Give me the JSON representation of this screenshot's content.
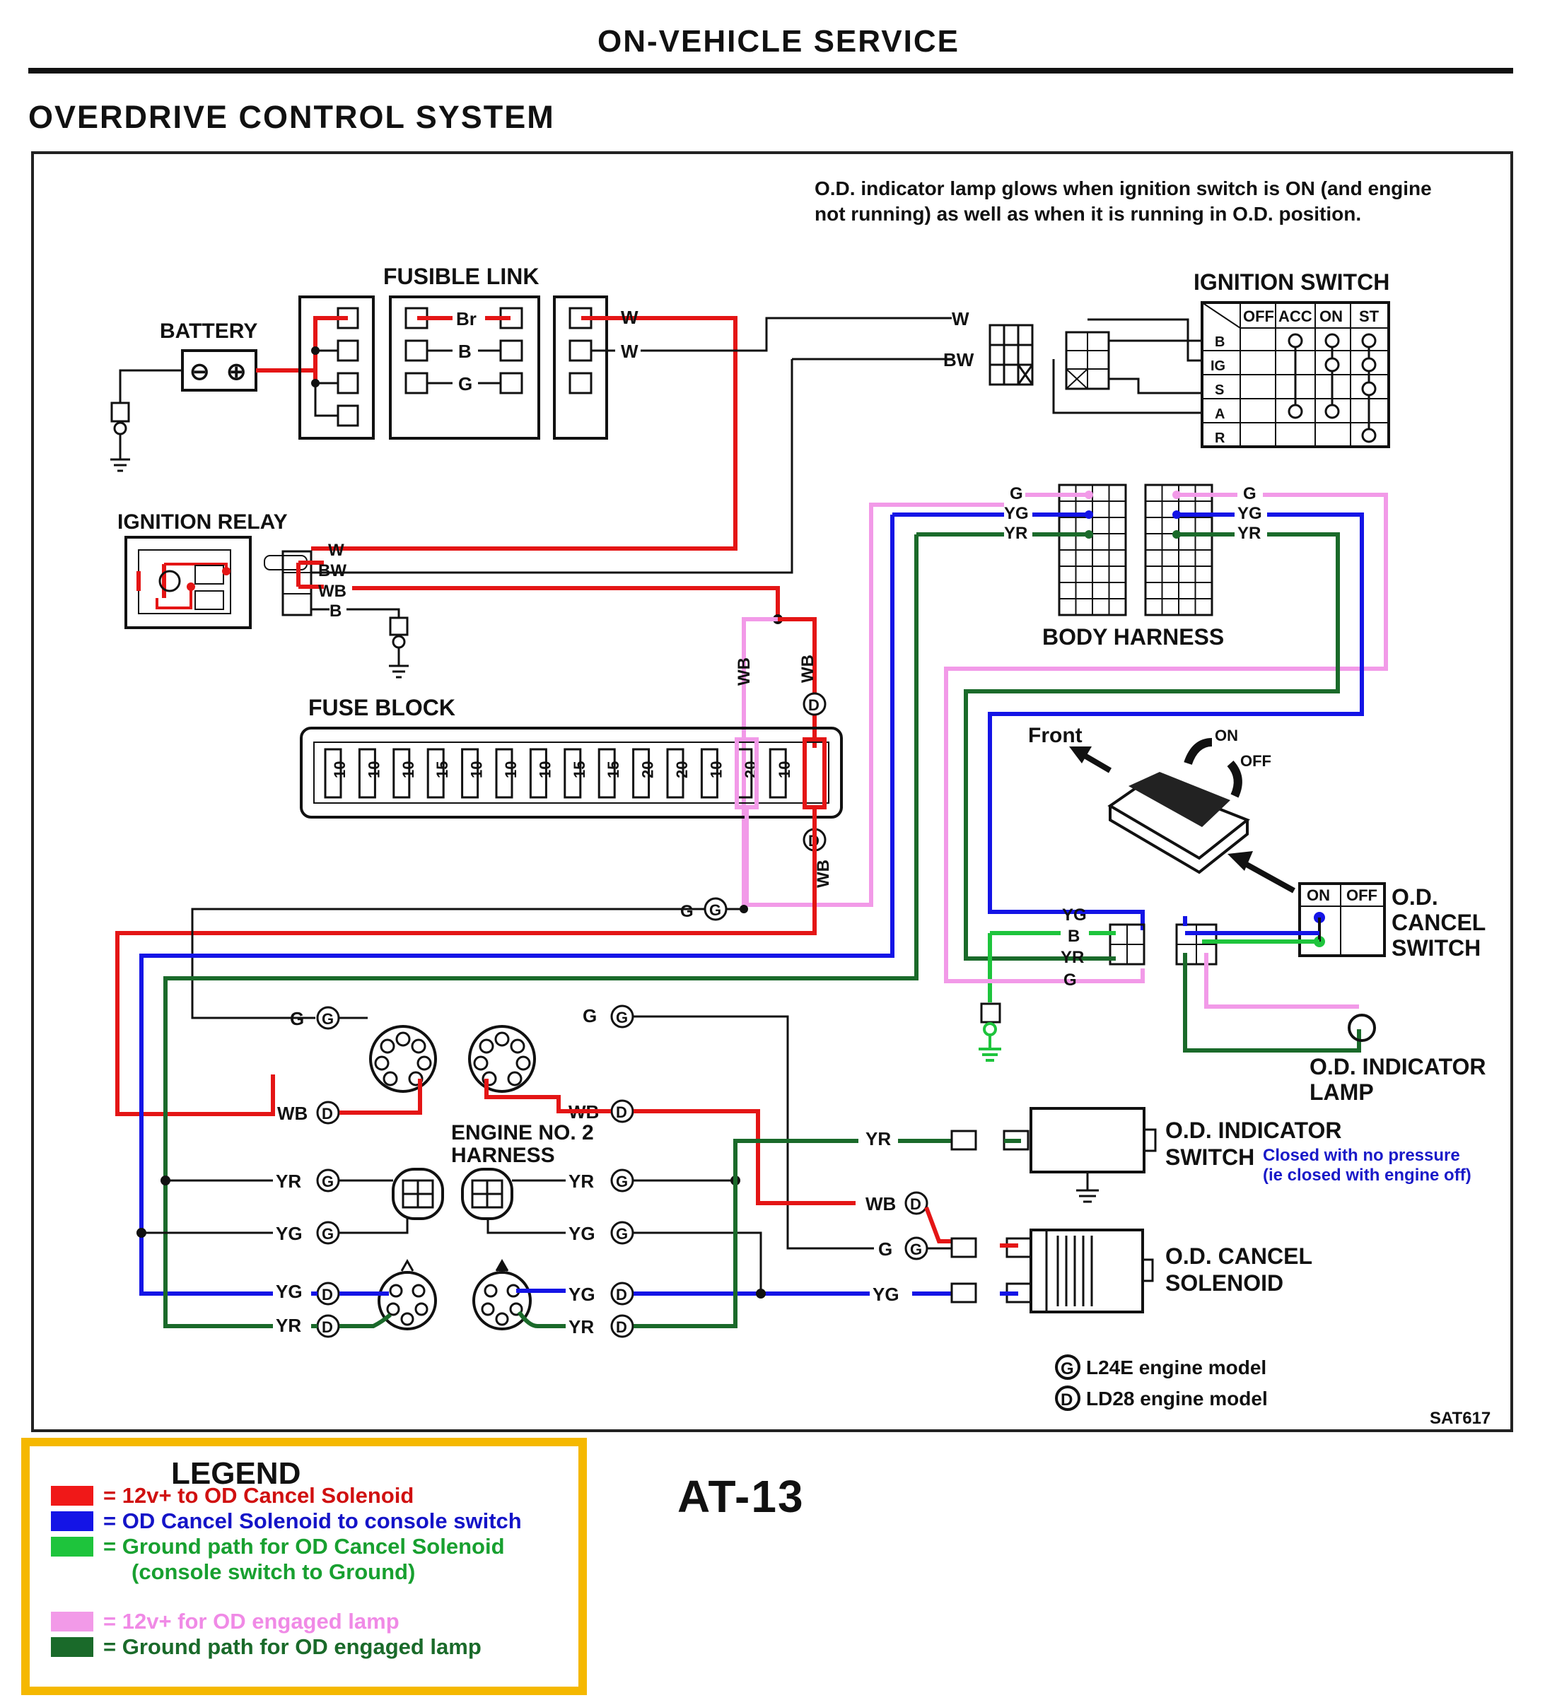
{
  "header": {
    "title": "ON-VEHICLE SERVICE"
  },
  "section": {
    "title": "OVERDRIVE CONTROL SYSTEM"
  },
  "diagram": {
    "note_line1": "O.D. indicator lamp glows when ignition switch is ON (and engine",
    "note_line2": "not running) as well as when it is running in O.D. position.",
    "fusible_link": "FUSIBLE LINK",
    "battery": "BATTERY",
    "ignition_switch": "IGNITION SWITCH",
    "ignition_relay": "IGNITION RELAY",
    "fuse_block": "FUSE BLOCK",
    "body_harness": "BODY HARNESS",
    "engine_harness_1": "ENGINE NO. 2",
    "engine_harness_2": "HARNESS",
    "front": "Front",
    "on": "ON",
    "off": "OFF",
    "od_cancel_switch_1": "O.D.",
    "od_cancel_switch_2": "CANCEL",
    "od_cancel_switch_3": "SWITCH",
    "od_indicator_lamp_1": "O.D. INDICATOR",
    "od_indicator_lamp_2": "LAMP",
    "od_indicator_switch_1": "O.D. INDICATOR",
    "od_indicator_switch_2": "SWITCH",
    "od_switch_note_1": "Closed with no pressure",
    "od_switch_note_2": "(ie closed with engine off)",
    "od_cancel_solenoid_1": "O.D. CANCEL",
    "od_cancel_solenoid_2": "SOLENOID",
    "key_g": "L24E engine model",
    "key_d": "LD28 engine model",
    "ref_code": "SAT617",
    "fuse_values": [
      "10",
      "10",
      "10",
      "15",
      "10",
      "10",
      "10",
      "15",
      "15",
      "20",
      "20",
      "10",
      "20",
      "10"
    ],
    "ign_cols": [
      "OFF",
      "ACC",
      "ON",
      "ST"
    ],
    "ign_rows": [
      "B",
      "IG",
      "S",
      "A",
      "R"
    ],
    "fl_labels": [
      "Br",
      "B",
      "G"
    ],
    "wire_codes": {
      "w": "W",
      "bw": "BW",
      "wb": "WB",
      "b": "B",
      "g": "G",
      "yg": "YG",
      "yr": "YR"
    },
    "marker_g": "G",
    "marker_d": "D",
    "sw_on": "ON",
    "sw_off": "OFF",
    "sig_minus": "⊖",
    "sig_plus": "⊕"
  },
  "legend": {
    "title": "LEGEND",
    "items": [
      {
        "color": "#f01818",
        "text": "= 12v+ to OD Cancel Solenoid",
        "text_color": "#d01010"
      },
      {
        "color": "#1414e6",
        "text": "= OD Cancel Solenoid to console switch",
        "text_color": "#1414c8"
      },
      {
        "color": "#1ec43c",
        "text": "= Ground path for OD Cancel Solenoid",
        "text_color": "#18a030"
      },
      {
        "color": "",
        "text": "(console switch to Ground)",
        "text_color": "#18a030"
      },
      {
        "color": "#f29ae8",
        "text": "= 12v+ for OD engaged lamp",
        "text_color": "#f08ae6"
      },
      {
        "color": "#1a6a2a",
        "text": "= Ground path for OD engaged lamp",
        "text_color": "#1a6a2a"
      }
    ]
  },
  "page_number": "AT-13"
}
